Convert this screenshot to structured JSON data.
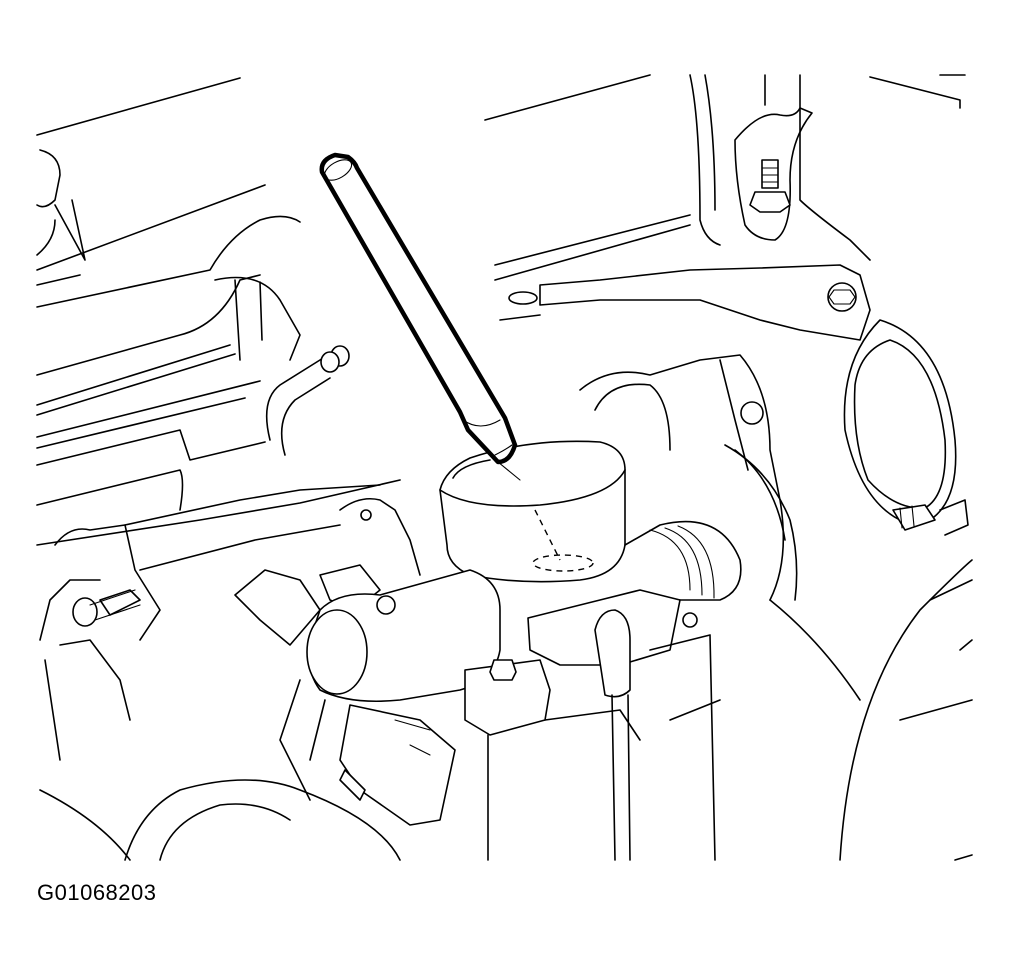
{
  "figure": {
    "id_label": "G01068203",
    "description": "Line drawing of engine throttle body with a rod tool inserted into the throttle bore; dashed ellipse indicates target location inside bore",
    "colors": {
      "line": "#000000",
      "background": "#ffffff"
    },
    "components": [
      {
        "name": "tool-rod",
        "label": ""
      },
      {
        "name": "throttle-body-bore",
        "label": ""
      },
      {
        "name": "target-area-dashed",
        "label": ""
      },
      {
        "name": "intake-manifold",
        "label": ""
      },
      {
        "name": "mounting-bracket",
        "label": ""
      },
      {
        "name": "idle-air-control-valve",
        "label": ""
      },
      {
        "name": "throttle-position-sensor",
        "label": ""
      },
      {
        "name": "vacuum-pipe",
        "label": ""
      },
      {
        "name": "stud-bolts",
        "label": ""
      }
    ]
  }
}
